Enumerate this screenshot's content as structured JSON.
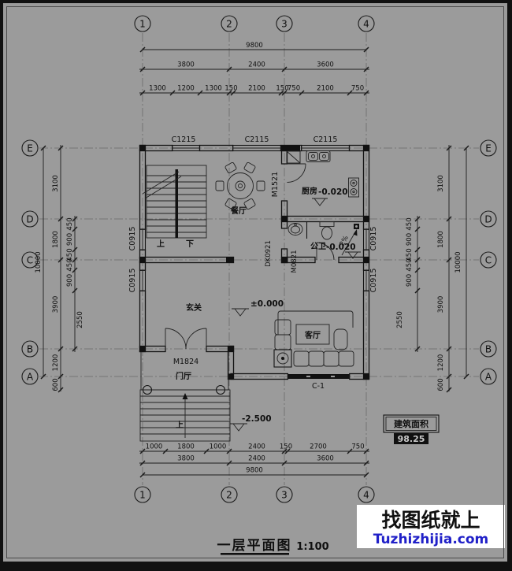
{
  "colors": {
    "bg": "#9b9b9b",
    "ink": "#141414",
    "watermark_blue": "#2020c8",
    "frame_black": "#000000"
  },
  "axis": {
    "top": [
      "1",
      "2",
      "3",
      "4"
    ],
    "bottom": [
      "1",
      "2",
      "3",
      "4"
    ],
    "left": [
      "E",
      "D",
      "C",
      "B",
      "A"
    ],
    "right": [
      "E",
      "D",
      "C",
      "B",
      "A"
    ]
  },
  "dims": {
    "top_total": "9800",
    "top_segments": [
      "3800",
      "2400",
      "3600"
    ],
    "top_detail": [
      "1300",
      "1200",
      "1300",
      "150",
      "2100",
      "150",
      "750",
      "2100",
      "750"
    ],
    "bottom_detail": [
      "1000",
      "1800",
      "1000",
      "2400",
      "150",
      "2700",
      "750"
    ],
    "bottom_segments": [
      "3800",
      "2400",
      "3600"
    ],
    "bottom_total": "9800",
    "left_total": "10000",
    "left_segments": [
      "3100",
      "1800",
      "3900",
      "1200",
      "600"
    ],
    "left_chain": [
      "450",
      "900",
      "450",
      "450",
      "900",
      "2550"
    ],
    "right_total": "10000",
    "right_segments": [
      "3100",
      "1800",
      "3900",
      "1200",
      "600"
    ],
    "right_chain": [
      "450",
      "900",
      "450",
      "450",
      "900",
      "2550"
    ]
  },
  "windows": {
    "top1": "C1215",
    "top2": "C2115",
    "top3": "C2115",
    "left1": "C0915",
    "left2": "C0915",
    "right1": "C0915",
    "right2": "C0915",
    "living": "C-1"
  },
  "doors": {
    "entry": "M1824",
    "dining_kitchen": "M1521",
    "pass": "DK0921",
    "bath": "M0821"
  },
  "rooms": {
    "dining": "餐厅",
    "kitchen": "厨房",
    "bath": "公卫",
    "hall": "玄关",
    "living": "客厅",
    "foyer": "门厅"
  },
  "stairs": {
    "up": "上",
    "down": "下",
    "porch_up": "上"
  },
  "levels": {
    "main": "±0.000",
    "kitchen": "-0.020",
    "bath": "-0.020",
    "porch": "-2.500",
    "slope": "2%"
  },
  "area": {
    "label": "建筑面积",
    "value": "98.25"
  },
  "title": {
    "name": "一层平面图",
    "scale": "1:100"
  },
  "watermark": {
    "cn": "找图纸就上",
    "site": "Tuzhizhijia.com"
  }
}
